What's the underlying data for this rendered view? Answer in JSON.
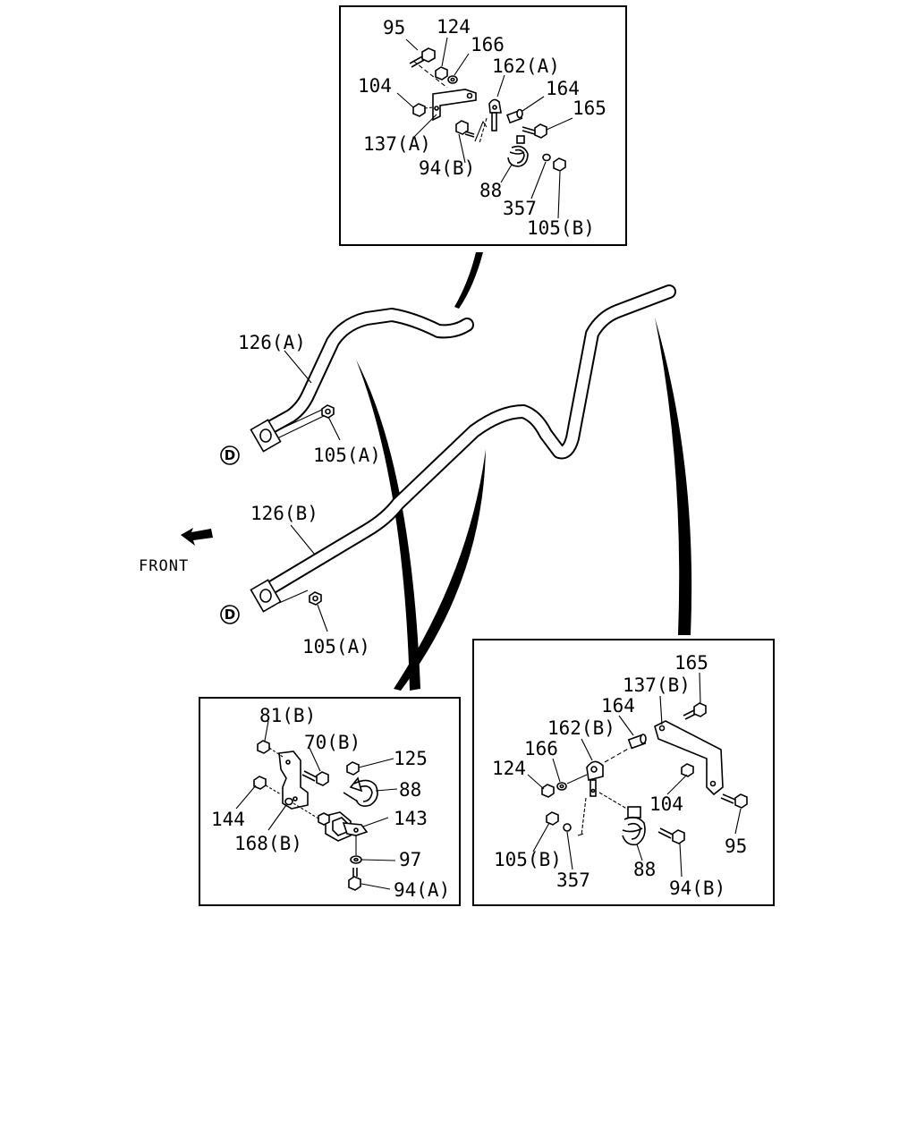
{
  "diagram": {
    "direction_label": "FRONT",
    "connector_marks": [
      "D",
      "D"
    ],
    "pipes": {
      "upper": "126(A)",
      "lower": "126(B)",
      "upper_nut": "105(A)",
      "lower_nut": "105(A)"
    },
    "detail_top": {
      "labels": [
        "95",
        "124",
        "166",
        "162(A)",
        "104",
        "164",
        "165",
        "137(A)",
        "94(B)",
        "88",
        "357",
        "105(B)"
      ]
    },
    "detail_bottom_left": {
      "labels": [
        "81(B)",
        "70(B)",
        "125",
        "88",
        "144",
        "143",
        "168(B)",
        "97",
        "94(A)"
      ]
    },
    "detail_bottom_right": {
      "labels": [
        "165",
        "137(B)",
        "164",
        "162(B)",
        "166",
        "124",
        "104",
        "95",
        "105(B)",
        "357",
        "88",
        "94(B)"
      ]
    }
  }
}
